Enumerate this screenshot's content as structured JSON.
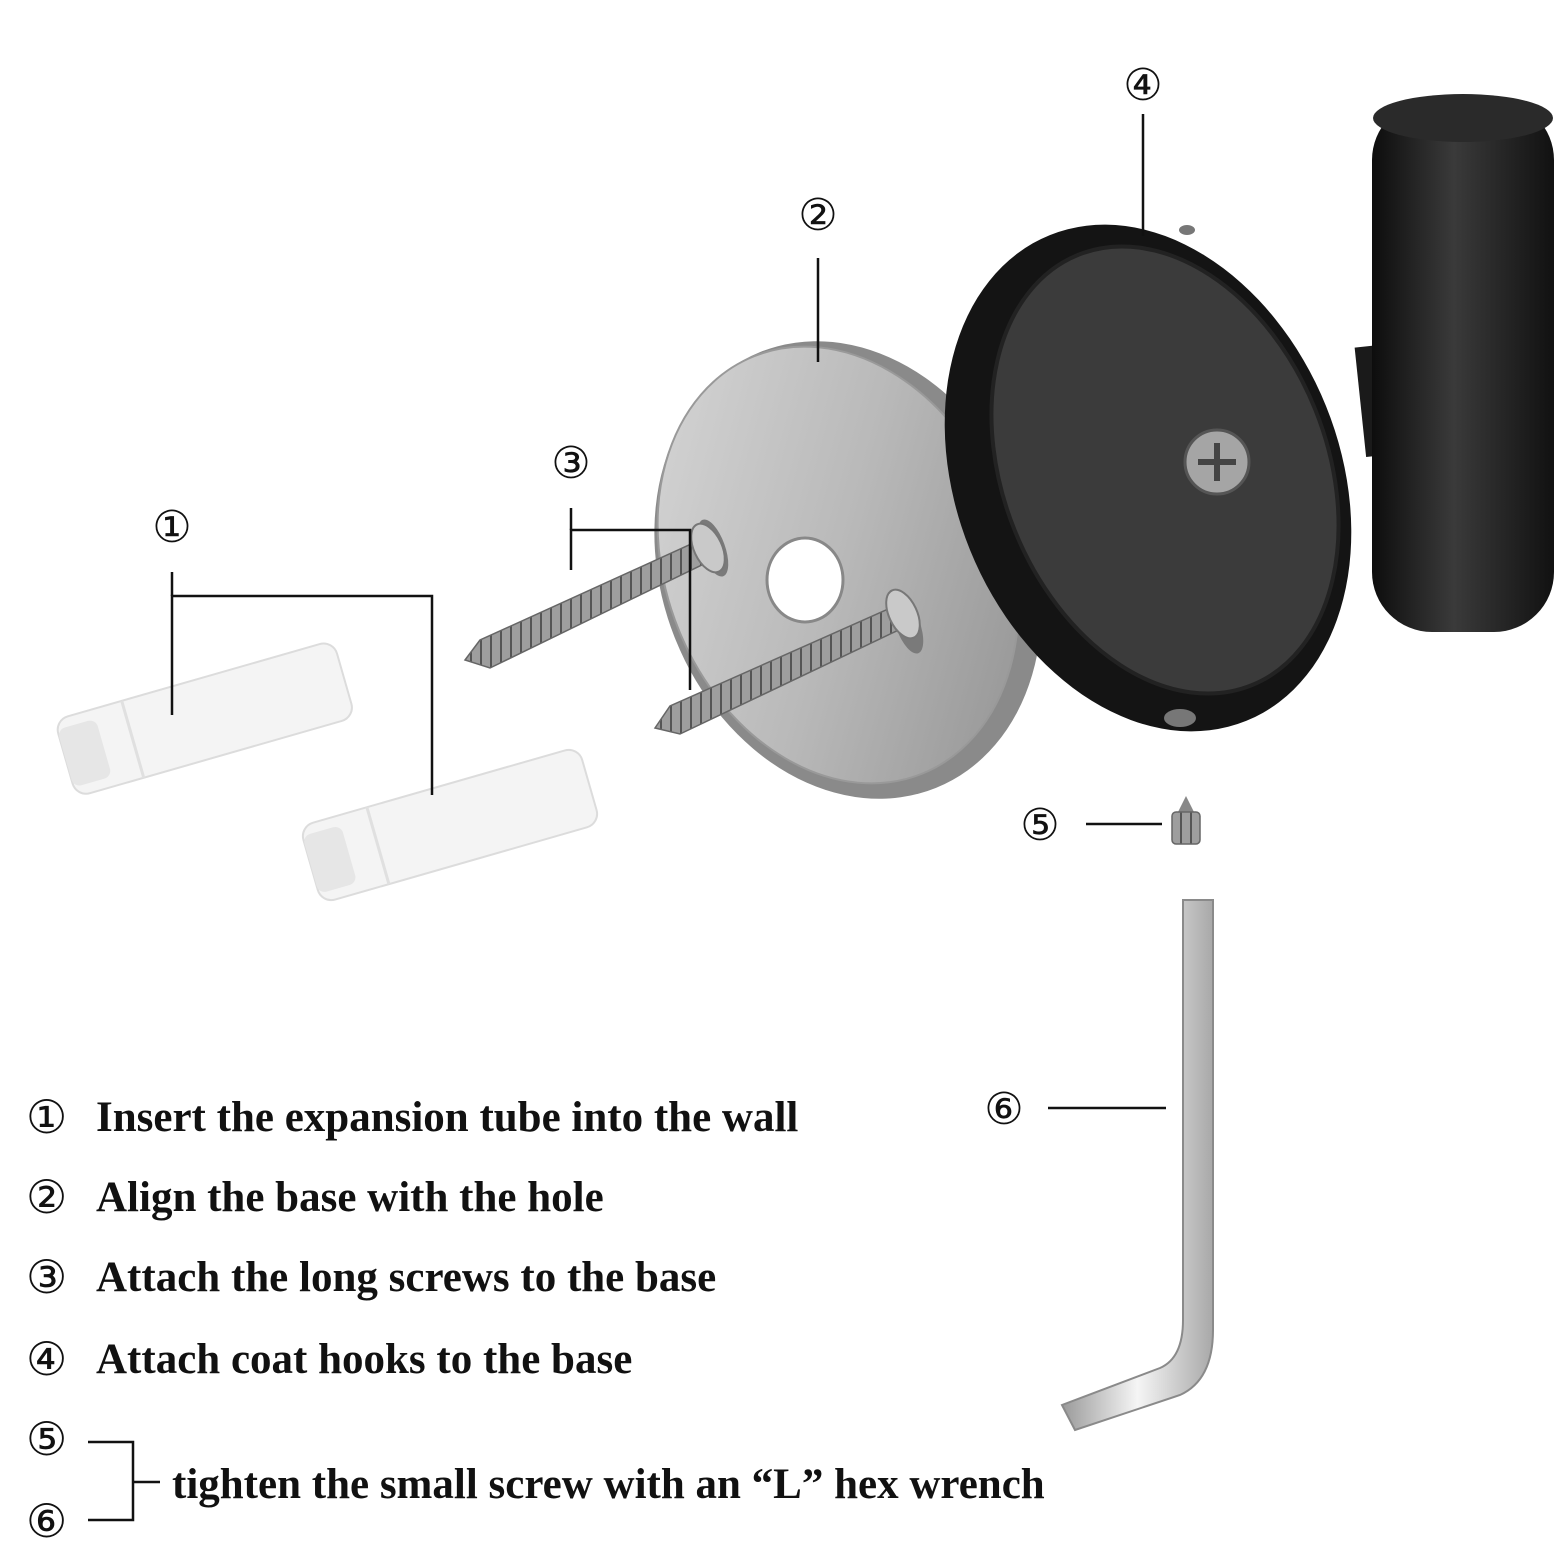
{
  "callouts": {
    "c1": "①",
    "c2": "②",
    "c3": "③",
    "c4": "④",
    "c5": "⑤",
    "c6": "⑥"
  },
  "steps": [
    {
      "num": "①",
      "text": "Insert the expansion tube into the wall"
    },
    {
      "num": "②",
      "text": "Align the base with the hole"
    },
    {
      "num": "③",
      "text": "Attach the long screws to the base"
    },
    {
      "num": "④",
      "text": "Attach coat hooks to the base"
    }
  ],
  "combined_step": {
    "num_a": "⑤",
    "num_b": "⑥",
    "text": "tighten the small screw with an “L” hex wrench"
  },
  "colors": {
    "anchor": "#f4f4f4",
    "steel": "#b8b8b8",
    "black_metal": "#1c1c1c",
    "line": "#111111"
  }
}
